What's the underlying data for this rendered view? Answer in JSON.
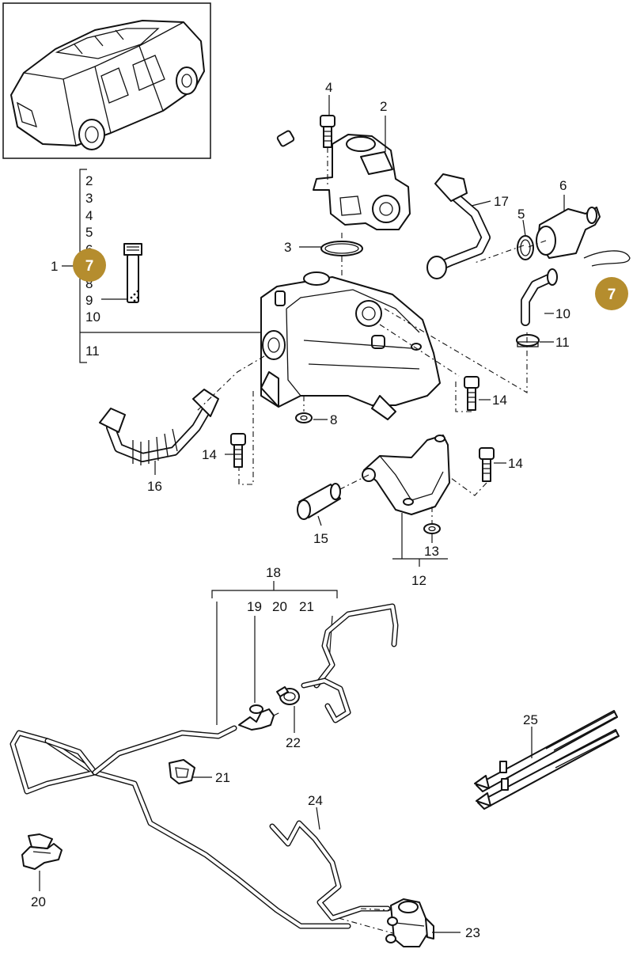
{
  "badge_color": "#b58d2e",
  "badges": [
    {
      "id": "left",
      "text": "7"
    },
    {
      "id": "right",
      "text": "7"
    }
  ],
  "callouts": {
    "n1": "1",
    "n2": "2",
    "n3": "3",
    "n4": "4",
    "n5": "5",
    "n6": "6",
    "n8": "8",
    "n9": "9",
    "n10": "10",
    "n11": "11",
    "n12": "12",
    "n13": "13",
    "n14a": "14",
    "n14b": "14",
    "n14c": "14",
    "n15": "15",
    "n16": "16",
    "n17": "17",
    "n18": "18",
    "n19": "19",
    "n20a": "20",
    "n20b": "20",
    "n21a": "21",
    "n21b": "21",
    "n22": "22",
    "n23": "23",
    "n24": "24",
    "n25": "25"
  },
  "group_list": {
    "items": [
      "2",
      "3",
      "4",
      "5",
      "6",
      "8",
      "9",
      "10",
      "11"
    ]
  },
  "icons": {
    "vehicle": "vehicle-thumbnail-icon"
  }
}
